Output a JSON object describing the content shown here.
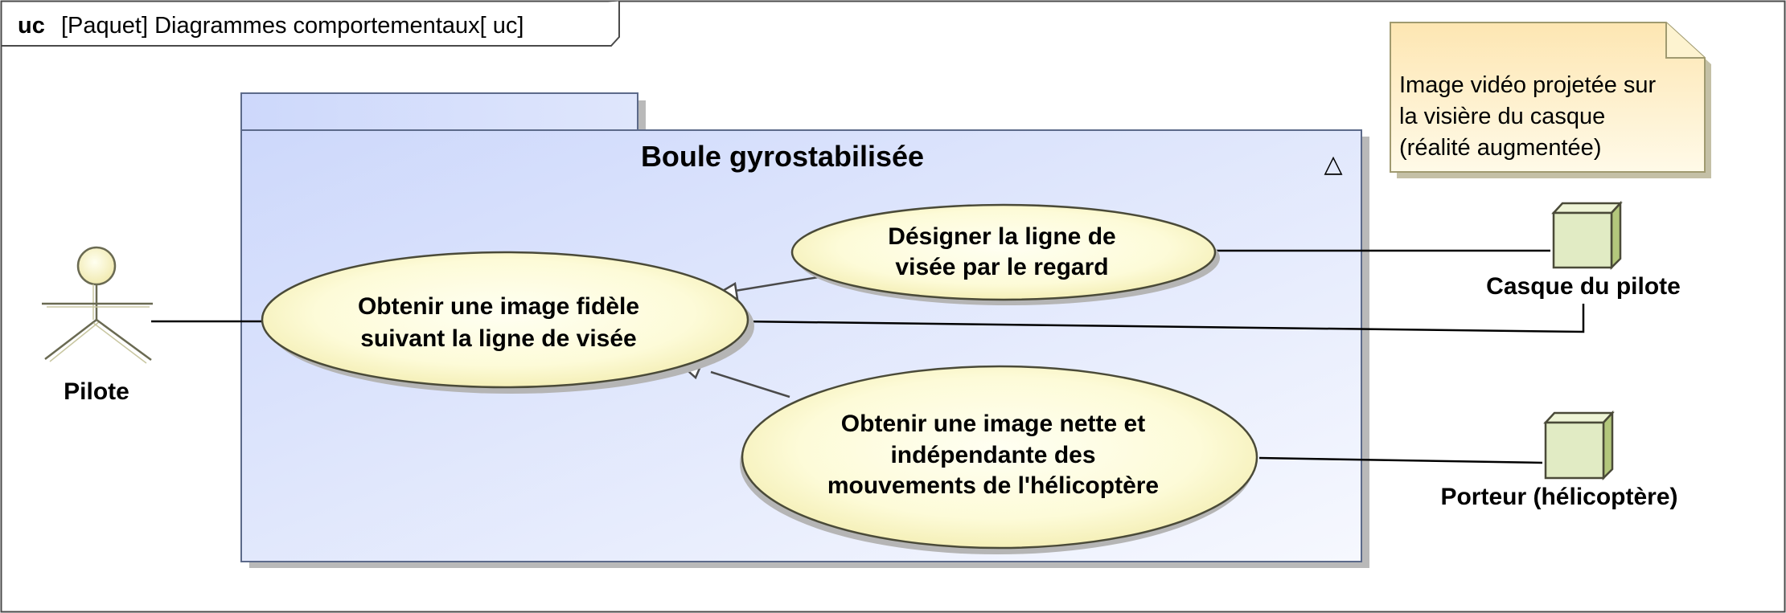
{
  "frame": {
    "kind": "uc",
    "title": "[Paquet] Diagrammes comportementaux[ uc]"
  },
  "package": {
    "name": "Boule gyrostabilisée",
    "symbol": "△"
  },
  "note": {
    "lines": [
      "Image vidéo projetée sur",
      "la visière du casque",
      "(réalité augmentée)"
    ]
  },
  "actors": {
    "pilote": {
      "name": "Pilote",
      "icon": "stick-figure-icon"
    },
    "casque": {
      "name": "Casque du pilote",
      "icon": "cube-icon"
    },
    "porteur": {
      "name": "Porteur (hélicoptère)",
      "icon": "cube-icon"
    }
  },
  "use_cases": {
    "main": {
      "lines": [
        "Obtenir une image fidèle",
        "suivant la ligne de visée"
      ]
    },
    "designer": {
      "lines": [
        "Désigner la ligne de",
        "visée par le regard"
      ]
    },
    "nette": {
      "lines": [
        "Obtenir une image nette et",
        "indépendante des",
        "mouvements de l'hélicoptère"
      ]
    }
  },
  "colors": {
    "package_gradient_start": "#cdd8fb",
    "package_gradient_end": "#f6f8fe",
    "package_border": "#5c6a8a",
    "usecase_fill_center": "#fffff0",
    "usecase_fill_edge": "#f6f0b2",
    "usecase_border": "#4a4a38",
    "note_fill_top": "#fde9b9",
    "note_fill_bottom": "#fffae6",
    "note_border": "#a09a70",
    "cube_face": "#e1ebc4",
    "cube_side": "#b3c77c",
    "shadow": "#b5b5b5",
    "line": "#000000"
  }
}
